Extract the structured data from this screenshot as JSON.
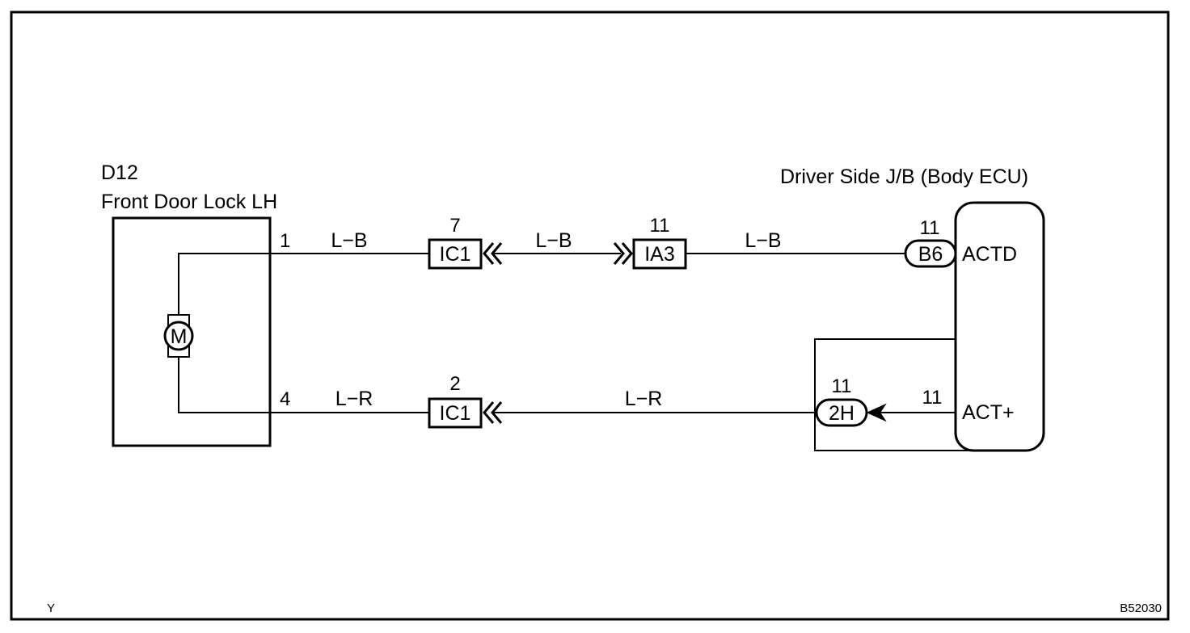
{
  "component_d12": {
    "code": "D12",
    "name": "Front Door Lock LH",
    "motor_label": "M",
    "pin_top": "1",
    "pin_bottom": "4"
  },
  "ecu": {
    "title": "Driver Side J/B (Body ECU)",
    "terminal_actd": "ACTD",
    "terminal_actplus": "ACT+",
    "connector_b6": "B6",
    "pin_b6": "11",
    "connector_2h": "2H",
    "pin_2h": "11",
    "pin_actplus": "11"
  },
  "wire_top": {
    "color_seg1": "L−B",
    "color_seg2": "L−B",
    "color_seg3": "L−B",
    "connector_ic1": "IC1",
    "pin_ic1": "7",
    "connector_ia3": "IA3",
    "pin_ia3": "11"
  },
  "wire_bottom": {
    "color_seg1": "L−R",
    "color_seg2": "L−R",
    "connector_ic1": "IC1",
    "pin_ic1": "2"
  },
  "footer": {
    "left_mark": "Y",
    "figure_code": "B52030"
  }
}
